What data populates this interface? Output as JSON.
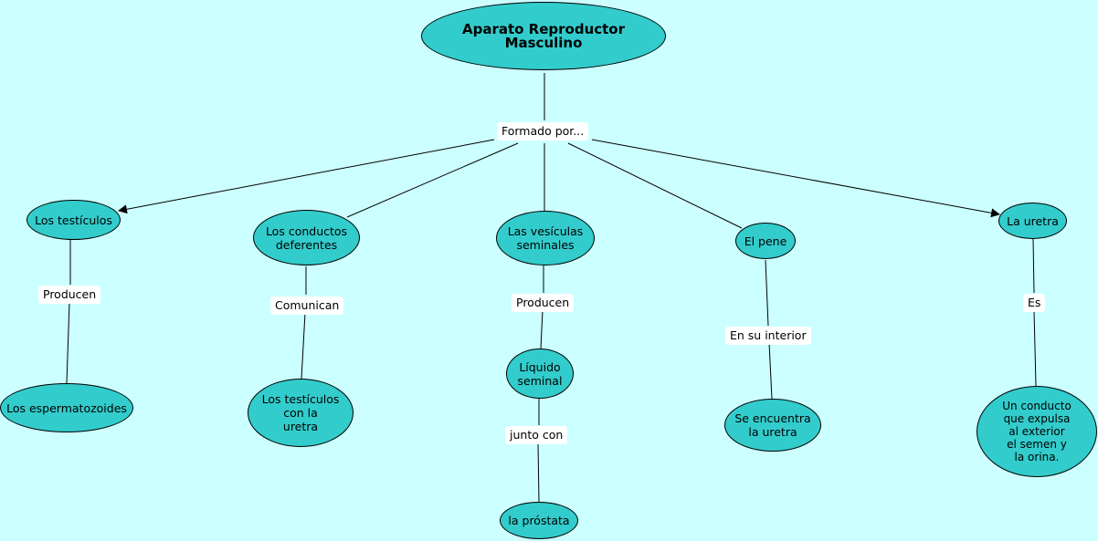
{
  "title": "Aparato Reproductor Masculino",
  "links": {
    "formado": "Formado por...",
    "producen_1": "Producen",
    "comunican": "Comunican",
    "producen_2": "Producen",
    "junto_con": "junto con",
    "en_su_interior": "En su interior",
    "es": "Es"
  },
  "concepts": {
    "testiculos": "Los testículos",
    "conductos": "Los conductos\ndeferentes",
    "vesiculas": "Las vesículas\nseminales",
    "pene": "El pene",
    "uretra": "La uretra",
    "espermatozoides": "Los espermatozoides",
    "testiculos_uretra": "Los testículos\ncon la\nuretra",
    "liquido": "Líquido\nseminal",
    "prostata": "la próstata",
    "encuentra": "Se encuentra\nla uretra",
    "conducto": "Un conducto\nque expulsa\nal exterior\nel semen y\nla orina."
  },
  "colors": {
    "background": "#ccffff",
    "node": "#33cccc",
    "label": "#ffffff",
    "line": "#000000"
  }
}
